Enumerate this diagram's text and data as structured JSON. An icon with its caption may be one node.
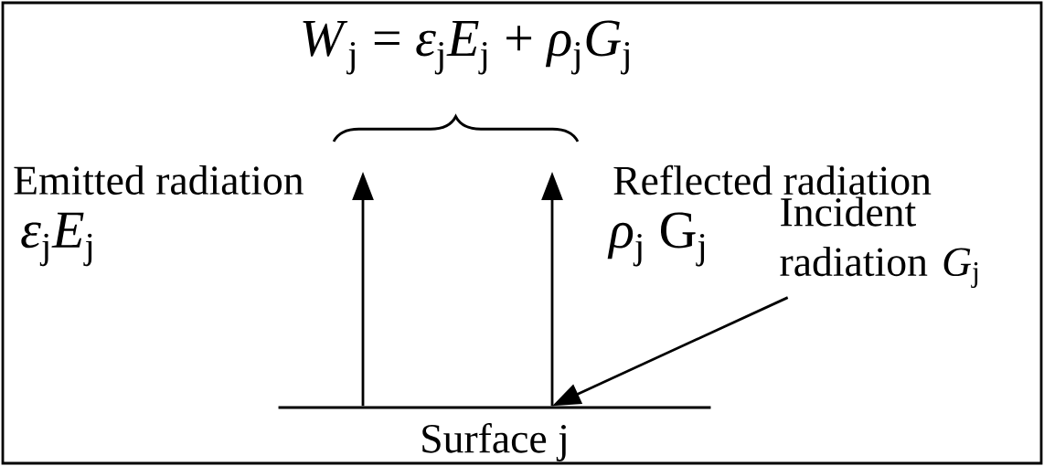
{
  "diagram": {
    "nodes": [
      {
        "text": [],
        "shape": "bar",
        "beside": [
          "Surface j"
        ]
      },
      {
        "text": [
          "Incident radiation *G*$_{j}$"
        ]
      }
    ],
    "edges": [
      {
        "from": 0,
        "to": null,
        "arrow": "to"
      },
      {
        "from": 0,
        "to": null,
        "arrow": "to"
      },
      {
        "from": 1,
        "to": 0,
        "arrow": "to"
      }
    ],
    "labels": [
      "*W*$_{j}$ = *ε*$_{j}$*E*$_{j}$ + *ρ*$_{j}$*G*$_{j}$",
      "Emitted radiation",
      "*ε*$_{j}$*E*$_{j}$",
      "Reflected radiation",
      "*ρ*$_{j}$ G$_{j}$"
    ]
  }
}
